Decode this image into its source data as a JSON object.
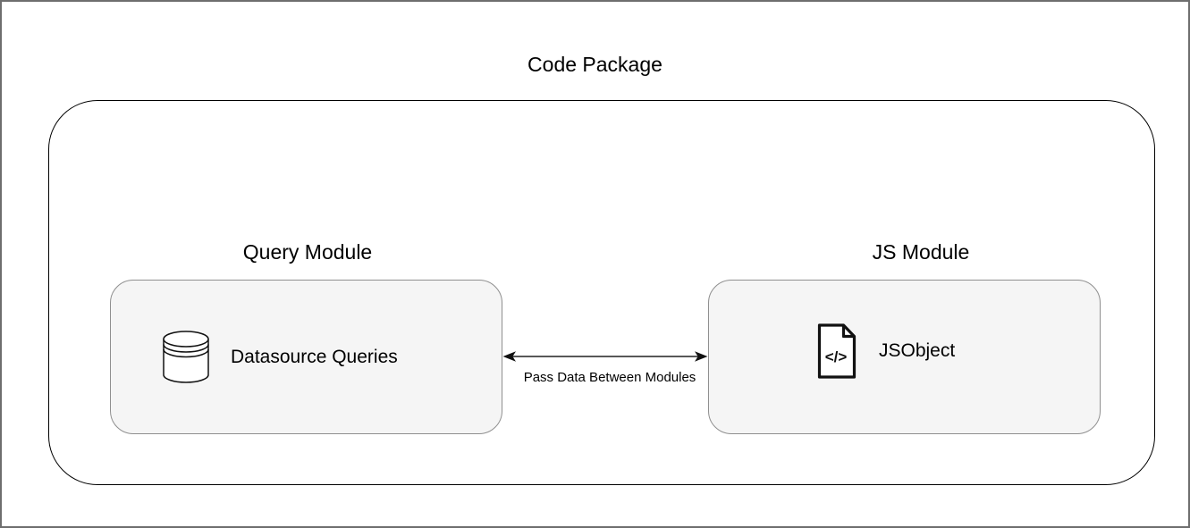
{
  "frame": {
    "title": "Code Package"
  },
  "modules": {
    "query": {
      "label": "Query Module",
      "node": "Datasource Queries",
      "icon": "database-icon"
    },
    "js": {
      "label": "JS Module",
      "node": "JSObject",
      "icon": "code-file-icon",
      "icon_glyph": "</>"
    }
  },
  "connector": {
    "label": "Pass Data Between Modules",
    "style": "double-headed-arrow"
  },
  "colors": {
    "canvas_bg": "#ffffff",
    "frame_border": "#6e6e6e",
    "container_border": "#000000",
    "node_fill": "#f5f5f5",
    "node_border": "#8f8f8f",
    "text": "#000000",
    "arrow_line": "#404040",
    "arrow_head": "#111111"
  }
}
